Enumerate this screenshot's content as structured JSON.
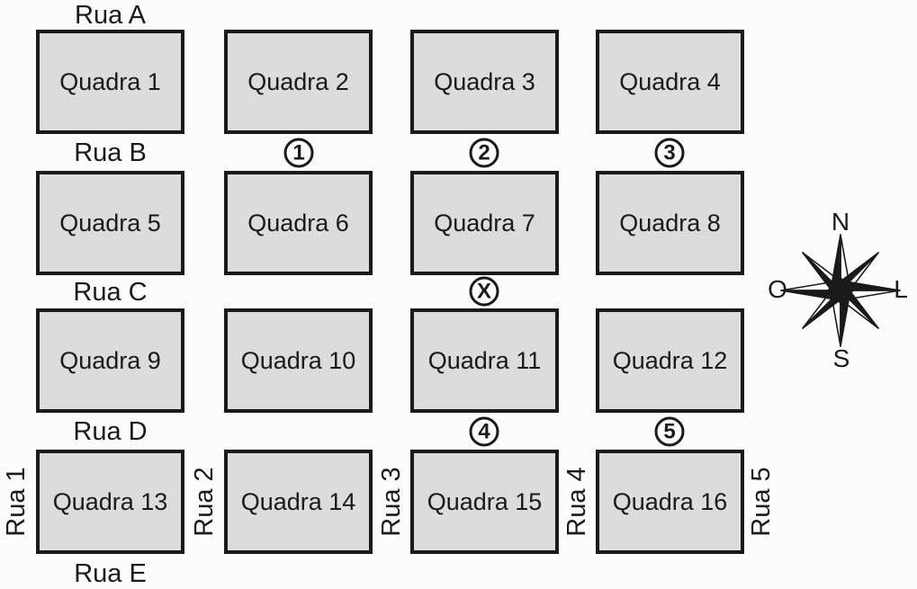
{
  "blocks": [
    "Quadra 1",
    "Quadra 2",
    "Quadra 3",
    "Quadra 4",
    "Quadra 5",
    "Quadra 6",
    "Quadra 7",
    "Quadra 8",
    "Quadra 9",
    "Quadra 10",
    "Quadra 11",
    "Quadra 12",
    "Quadra 13",
    "Quadra 14",
    "Quadra 15",
    "Quadra 16"
  ],
  "streets": {
    "horizontal": [
      "Rua A",
      "Rua B",
      "Rua C",
      "Rua D",
      "Rua E"
    ],
    "vertical": [
      "Rua 1",
      "Rua 2",
      "Rua 3",
      "Rua 4",
      "Rua 5"
    ]
  },
  "markers": [
    "1",
    "2",
    "3",
    "X",
    "4",
    "5"
  ],
  "compass": {
    "north": "N",
    "east": "L",
    "south": "S",
    "west": "O"
  },
  "colors": {
    "block_fill": "#dcdcdc",
    "line": "#1a1a1a",
    "background": "#fcfcfc"
  }
}
